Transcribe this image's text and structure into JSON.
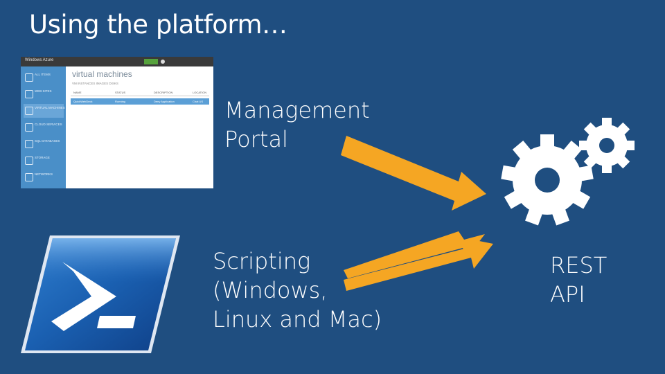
{
  "slide": {
    "title": "Using the platform…",
    "labels": {
      "portal": [
        "Management",
        "Portal"
      ],
      "scripting": [
        "Scripting",
        "(Windows,",
        "Linux and Mac)"
      ],
      "rest": [
        "REST",
        "API"
      ]
    },
    "colors": {
      "background": "#1f4e80",
      "arrow": "#f5a623",
      "text": "#ffffff",
      "gear": "#ffffff"
    },
    "icons": {
      "gears": "gears-icon",
      "powershell": "powershell-icon"
    }
  },
  "portal_screenshot": {
    "brand": "Windows Azure",
    "section_title": "virtual machines",
    "tabs": "VM INSTANCES    IMAGES    DISKS",
    "columns": [
      "NAME",
      "STATUS",
      "DESCRIPTION",
      "LOCATION"
    ],
    "row": [
      "QuickWebDeck",
      "Running",
      "Deny Application",
      "Chat US"
    ],
    "sidebar": [
      "ALL ITEMS",
      "WEB SITES",
      "VIRTUAL MACHINES",
      "CLOUD SERVICES",
      "SQL DATABASES",
      "STORAGE",
      "NETWORKS"
    ]
  }
}
